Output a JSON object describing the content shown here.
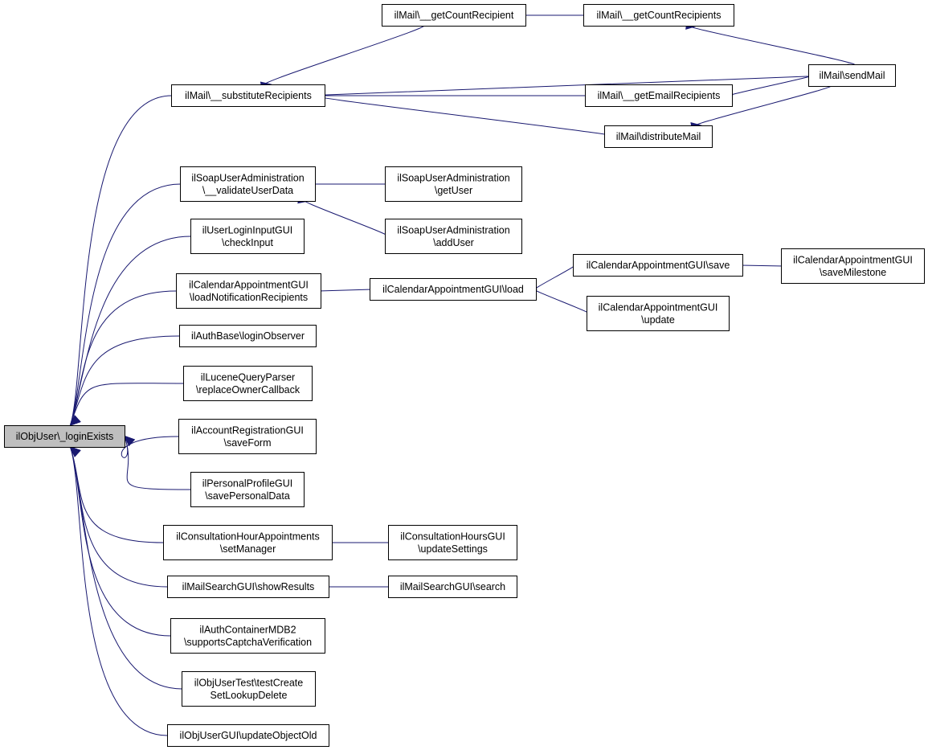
{
  "graph": {
    "title": "ilObjUser\\_loginExists caller graph",
    "colors": {
      "edge": "#191970",
      "node_fill": "#ffffff",
      "root_fill": "#bfbfbf",
      "border": "#000000"
    },
    "nodes": [
      {
        "id": "root",
        "lines": [
          "ilObjUser\\_loginExists"
        ],
        "root": true
      },
      {
        "id": "substituteRecipients",
        "lines": [
          "ilMail\\__substituteRecipients"
        ]
      },
      {
        "id": "getCountRecipient",
        "lines": [
          "ilMail\\__getCountRecipient"
        ]
      },
      {
        "id": "getCountRecipients",
        "lines": [
          "ilMail\\__getCountRecipients"
        ]
      },
      {
        "id": "sendMail",
        "lines": [
          "ilMail\\sendMail"
        ]
      },
      {
        "id": "getEmailRecipients",
        "lines": [
          "ilMail\\__getEmailRecipients"
        ]
      },
      {
        "id": "distributeMail",
        "lines": [
          "ilMail\\distributeMail"
        ]
      },
      {
        "id": "validateUserData",
        "lines": [
          "ilSoapUserAdministration",
          "\\__validateUserData"
        ]
      },
      {
        "id": "getUser",
        "lines": [
          "ilSoapUserAdministration",
          "\\getUser"
        ]
      },
      {
        "id": "addUser",
        "lines": [
          "ilSoapUserAdministration",
          "\\addUser"
        ]
      },
      {
        "id": "checkInput",
        "lines": [
          "ilUserLoginInputGUI",
          "\\checkInput"
        ]
      },
      {
        "id": "loadNotificationRecipients",
        "lines": [
          "ilCalendarAppointmentGUI",
          "\\loadNotificationRecipients"
        ]
      },
      {
        "id": "calLoad",
        "lines": [
          "ilCalendarAppointmentGUI\\load"
        ]
      },
      {
        "id": "calSave",
        "lines": [
          "ilCalendarAppointmentGUI\\save"
        ]
      },
      {
        "id": "saveMilestone",
        "lines": [
          "ilCalendarAppointmentGUI",
          "\\saveMilestone"
        ]
      },
      {
        "id": "calUpdate",
        "lines": [
          "ilCalendarAppointmentGUI",
          "\\update"
        ]
      },
      {
        "id": "loginObserver",
        "lines": [
          "ilAuthBase\\loginObserver"
        ]
      },
      {
        "id": "replaceOwnerCallback",
        "lines": [
          "ilLuceneQueryParser",
          "\\replaceOwnerCallback"
        ]
      },
      {
        "id": "saveForm",
        "lines": [
          "ilAccountRegistrationGUI",
          "\\saveForm"
        ]
      },
      {
        "id": "savePersonalData",
        "lines": [
          "ilPersonalProfileGUI",
          "\\savePersonalData"
        ]
      },
      {
        "id": "setManager",
        "lines": [
          "ilConsultationHourAppointments",
          "\\setManager"
        ]
      },
      {
        "id": "updateSettings",
        "lines": [
          "ilConsultationHoursGUI",
          "\\updateSettings"
        ]
      },
      {
        "id": "showResults",
        "lines": [
          "ilMailSearchGUI\\showResults"
        ]
      },
      {
        "id": "mailSearch",
        "lines": [
          "ilMailSearchGUI\\search"
        ]
      },
      {
        "id": "supportsCaptcha",
        "lines": [
          "ilAuthContainerMDB2",
          "\\supportsCaptchaVerification"
        ]
      },
      {
        "id": "testCreate",
        "lines": [
          "ilObjUserTest\\testCreate",
          "SetLookupDelete"
        ]
      },
      {
        "id": "updateObjectOld",
        "lines": [
          "ilObjUserGUI\\updateObjectOld"
        ]
      }
    ],
    "edges": [
      {
        "from": "substituteRecipients",
        "to": "root"
      },
      {
        "from": "validateUserData",
        "to": "root"
      },
      {
        "from": "checkInput",
        "to": "root"
      },
      {
        "from": "loadNotificationRecipients",
        "to": "root"
      },
      {
        "from": "loginObserver",
        "to": "root"
      },
      {
        "from": "replaceOwnerCallback",
        "to": "root"
      },
      {
        "from": "saveForm",
        "to": "root"
      },
      {
        "from": "savePersonalData",
        "to": "root"
      },
      {
        "from": "setManager",
        "to": "root"
      },
      {
        "from": "showResults",
        "to": "root"
      },
      {
        "from": "supportsCaptcha",
        "to": "root"
      },
      {
        "from": "testCreate",
        "to": "root"
      },
      {
        "from": "updateObjectOld",
        "to": "root"
      },
      {
        "from": "getCountRecipient",
        "to": "substituteRecipients"
      },
      {
        "from": "sendMail",
        "to": "substituteRecipients"
      },
      {
        "from": "getEmailRecipients",
        "to": "substituteRecipients"
      },
      {
        "from": "distributeMail",
        "to": "substituteRecipients"
      },
      {
        "from": "getCountRecipients",
        "to": "getCountRecipient"
      },
      {
        "from": "sendMail",
        "to": "getCountRecipients"
      },
      {
        "from": "sendMail",
        "to": "getEmailRecipients"
      },
      {
        "from": "sendMail",
        "to": "distributeMail"
      },
      {
        "from": "getUser",
        "to": "validateUserData"
      },
      {
        "from": "addUser",
        "to": "validateUserData"
      },
      {
        "from": "calLoad",
        "to": "loadNotificationRecipients"
      },
      {
        "from": "calSave",
        "to": "calLoad"
      },
      {
        "from": "calUpdate",
        "to": "calLoad"
      },
      {
        "from": "saveMilestone",
        "to": "calSave"
      },
      {
        "from": "updateSettings",
        "to": "setManager"
      },
      {
        "from": "mailSearch",
        "to": "showResults"
      }
    ]
  }
}
